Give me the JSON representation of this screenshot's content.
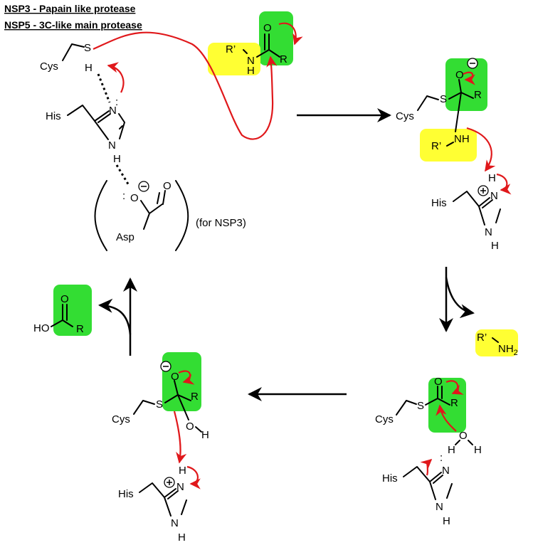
{
  "titles": {
    "nsp3": "NSP3 - Papain like protease",
    "nsp5": "NSP5 - 3C-like main protease"
  },
  "atoms": {
    "cys": "Cys",
    "his": "His",
    "asp": "Asp",
    "S": "S",
    "H": "H",
    "N": "N",
    "O": "O",
    "R": "R",
    "Rp": "R’",
    "NH": "NH",
    "NH2_main": "NH",
    "NH2_sub": "2",
    "HO": "HO",
    "for_nsp3": "(for NSP3)",
    "lone_pair": ":"
  },
  "colors": {
    "highlight_green": "#33dd33",
    "highlight_yellow": "#ffff33",
    "curved_arrow_red": "#e0181b",
    "bond_black": "#000000"
  }
}
